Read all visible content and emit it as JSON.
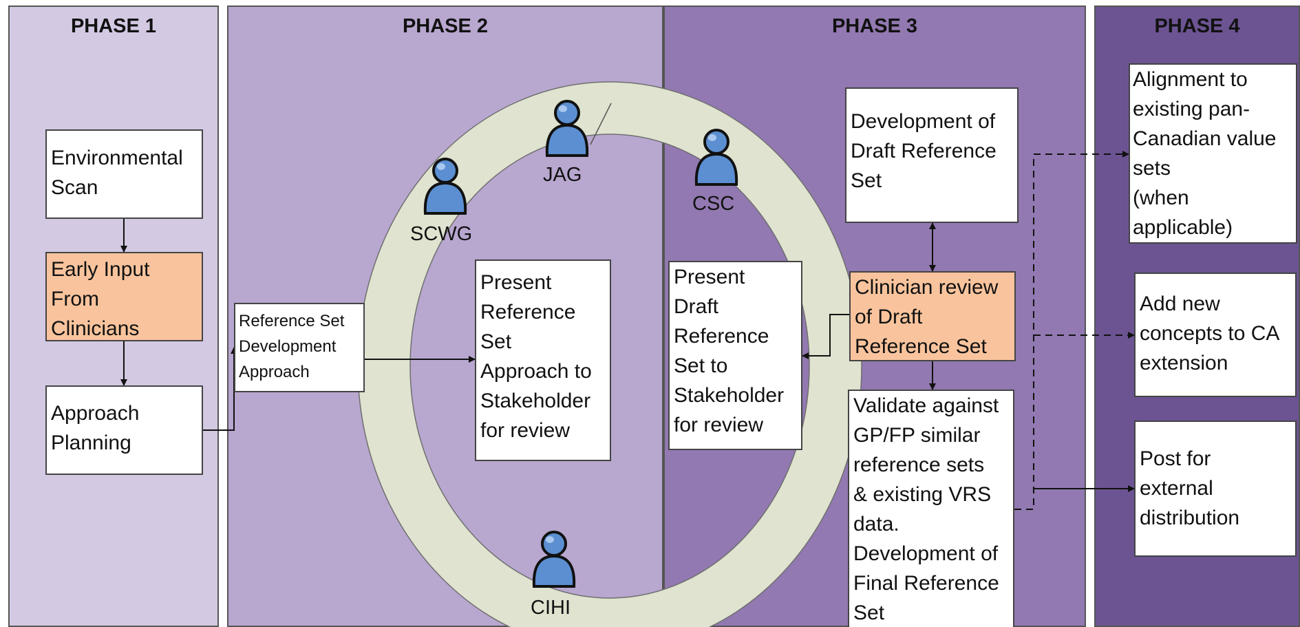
{
  "phases": [
    {
      "title": "PHASE 1",
      "color": "#d3c9e2"
    },
    {
      "title": "PHASE 2",
      "color": "#b8a7cf"
    },
    {
      "title": "PHASE 3",
      "color": "#9279b1"
    },
    {
      "title": "PHASE 4",
      "color": "#6c5492"
    }
  ],
  "boxes": {
    "environmental_scan": [
      "Environmental",
      "Scan"
    ],
    "early_input": [
      "Early Input",
      "From",
      "Clinicians"
    ],
    "approach_planning": [
      "Approach",
      "Planning"
    ],
    "ref_set_approach": [
      "Reference Set",
      "Development",
      "Approach"
    ],
    "present_ref_set": [
      "Present",
      "Reference",
      "Set",
      "Approach to",
      "Stakeholder",
      "for review"
    ],
    "present_draft": [
      "Present",
      "Draft",
      "Reference",
      "Set to",
      "Stakeholder",
      "for review"
    ],
    "development_draft": [
      "Development of",
      "Draft Reference",
      "Set"
    ],
    "clinician_review": [
      "Clinician review",
      "of Draft",
      "Reference Set"
    ],
    "validate": [
      "Validate against",
      "GP/FP similar",
      "reference sets",
      "& existing VRS",
      "data.",
      "Development of",
      "Final Reference",
      "Set"
    ],
    "alignment": [
      "Alignment to",
      "existing pan-",
      "Canadian value",
      "sets",
      "(when",
      "applicable)"
    ],
    "add_concepts": [
      "Add new",
      "concepts to CA",
      "extension"
    ],
    "post_external": [
      "Post for",
      "external",
      "distribution"
    ]
  },
  "stakeholders": {
    "jag": "JAG",
    "scwg": "SCWG",
    "csc": "CSC",
    "cihi": "CIHI"
  },
  "colors": {
    "ring": "#dfe3cf",
    "orange_box": "#f9c49d",
    "person": "#5b8fd1"
  }
}
